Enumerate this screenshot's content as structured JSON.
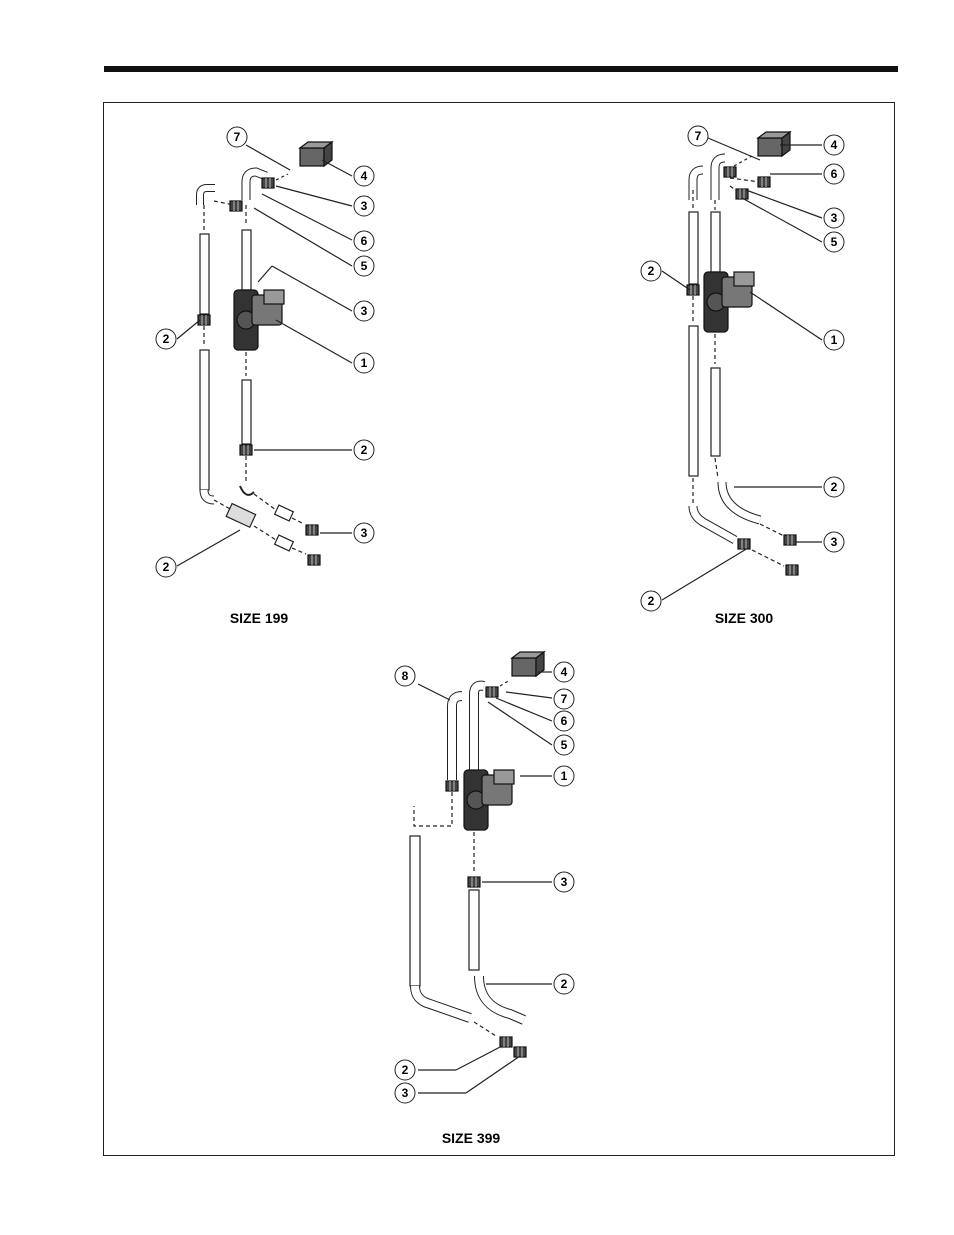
{
  "figures": [
    {
      "caption": "SIZE 199",
      "callouts": [
        "7",
        "4",
        "3",
        "6",
        "5",
        "3",
        "2",
        "1",
        "2",
        "3",
        "2"
      ]
    },
    {
      "caption": "SIZE 300",
      "callouts": [
        "7",
        "4",
        "6",
        "3",
        "5",
        "2",
        "1",
        "2",
        "3",
        "2"
      ]
    },
    {
      "caption": "SIZE 399",
      "callouts": [
        "8",
        "4",
        "7",
        "6",
        "5",
        "1",
        "3",
        "2",
        "2",
        "3"
      ]
    }
  ],
  "colors": {
    "line": "#222222",
    "pipe_fill": "#ffffff",
    "dark_part": "#333333"
  }
}
